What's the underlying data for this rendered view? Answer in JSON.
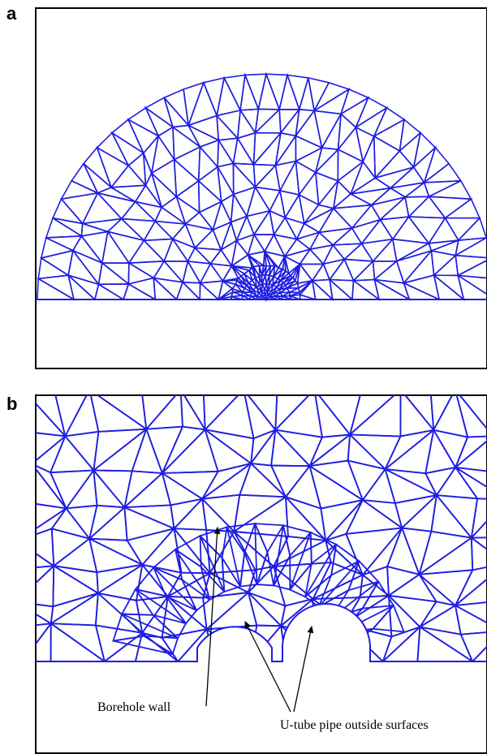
{
  "panels": {
    "a": {
      "label": "a"
    },
    "b": {
      "label": "b"
    }
  },
  "annotations": {
    "borehole_wall": "Borehole  wall",
    "u_tube_surfaces": "U-tube pipe outside surfaces"
  },
  "colors": {
    "mesh": "#1f1fe0",
    "frame": "#000000",
    "background": "#ffffff"
  }
}
